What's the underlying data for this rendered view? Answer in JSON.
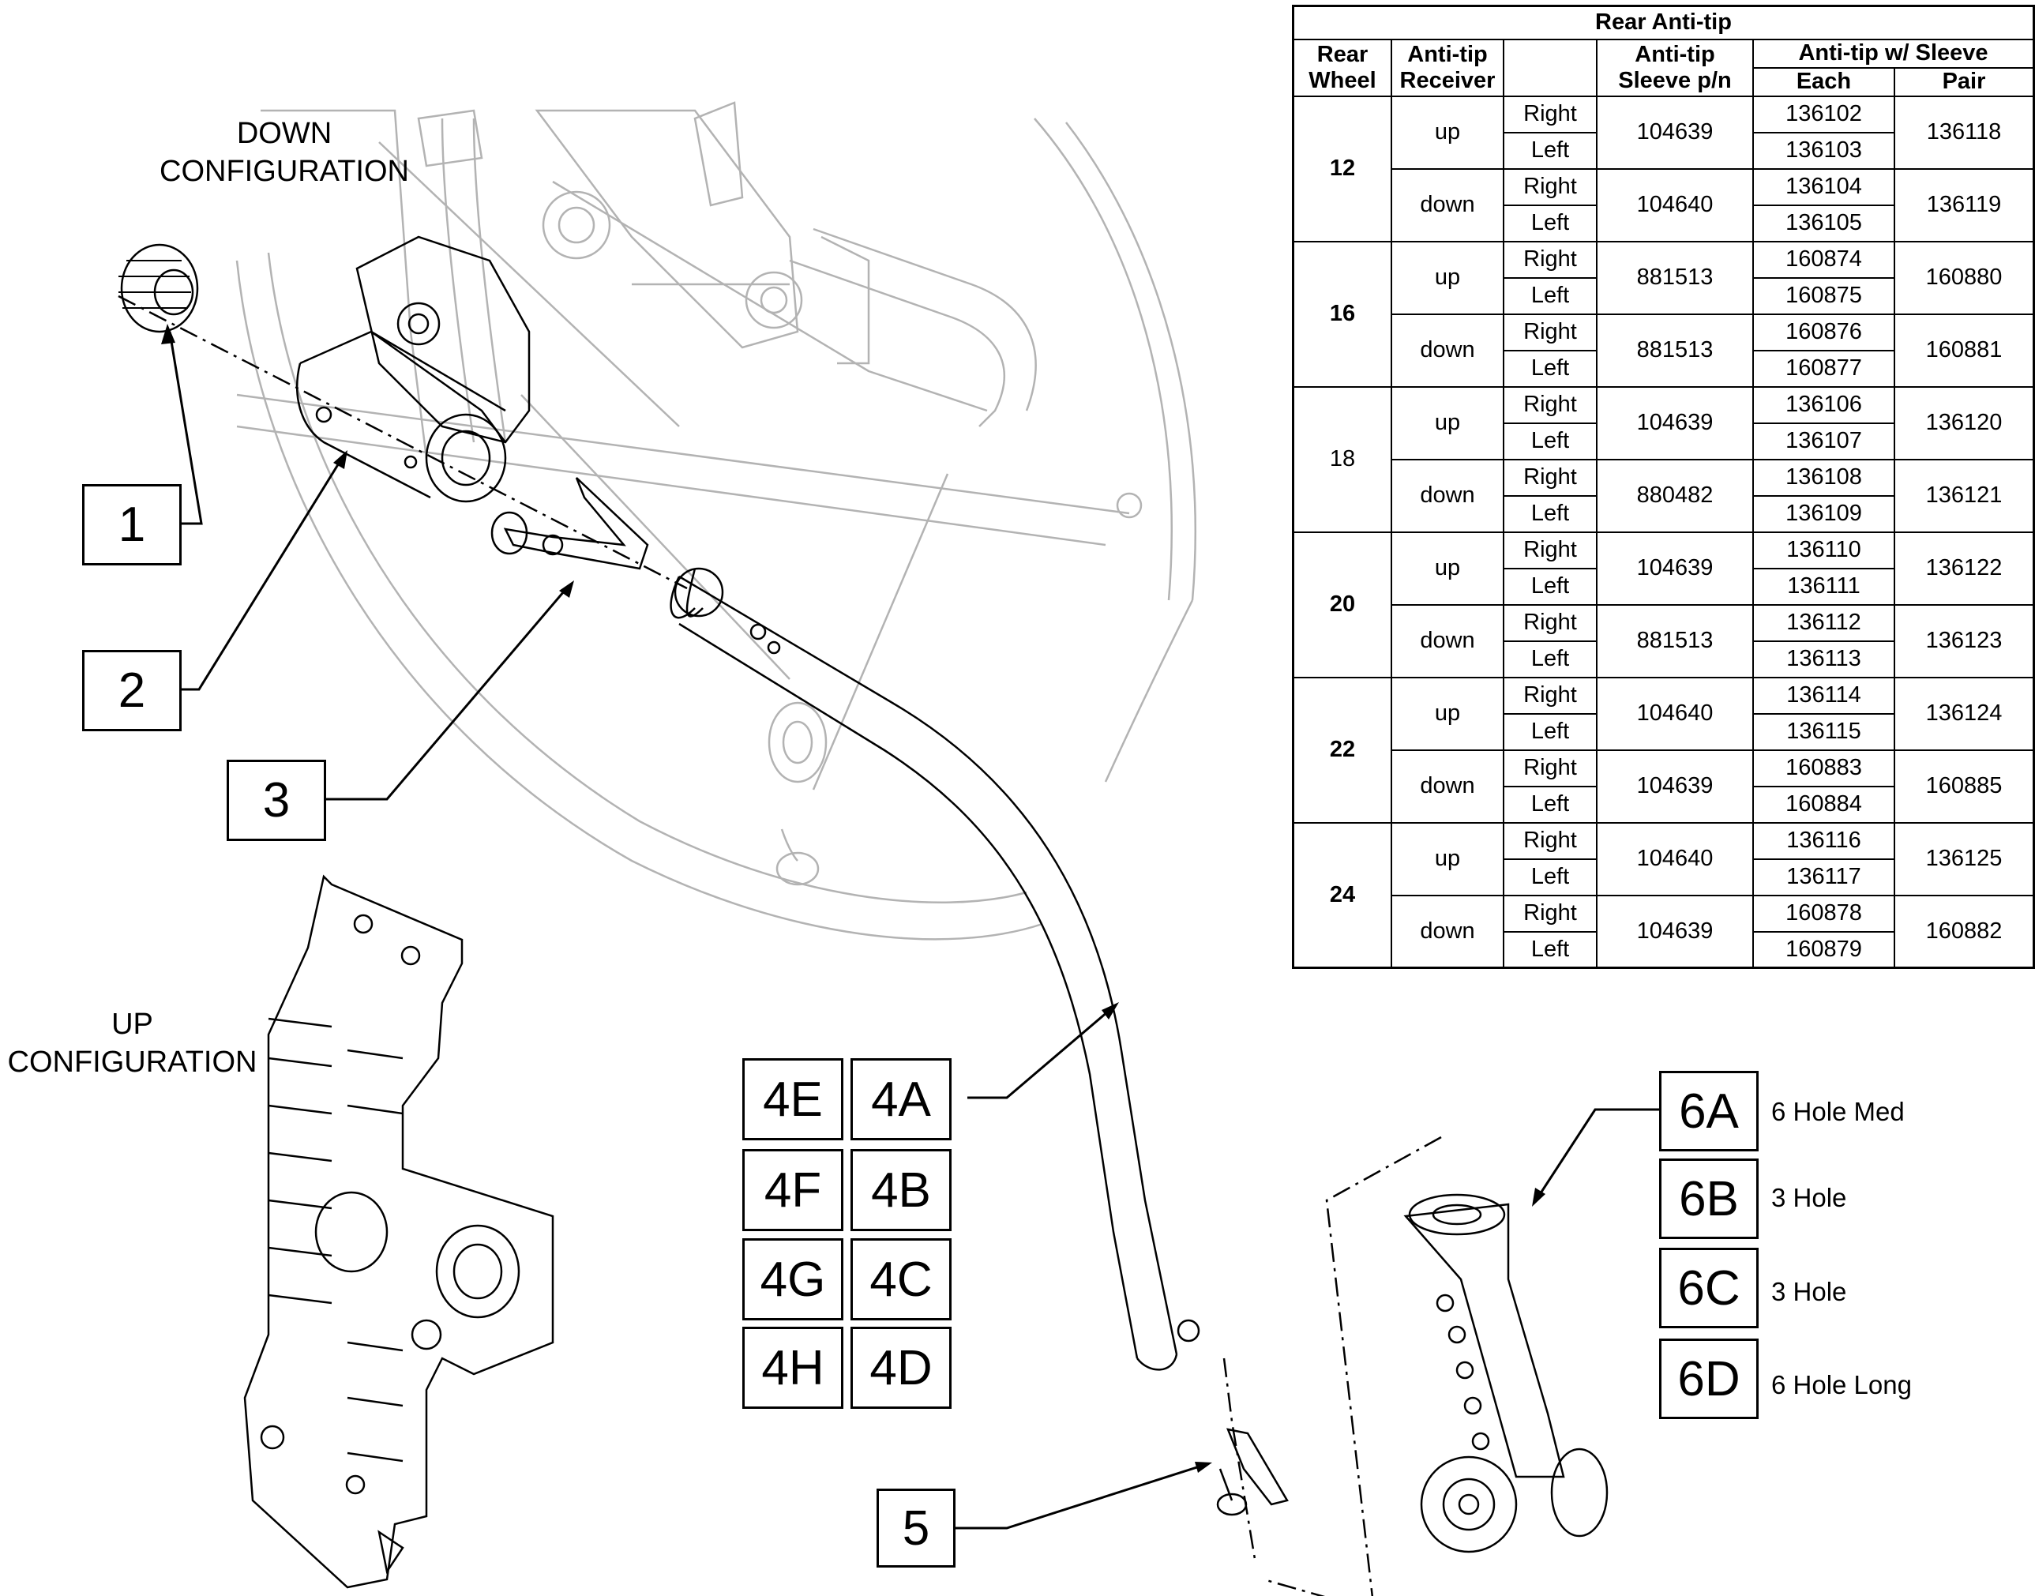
{
  "config_labels": {
    "down": [
      "DOWN",
      "CONFIGURATION"
    ],
    "up": [
      "UP",
      "CONFIGURATION"
    ]
  },
  "callouts": {
    "c1": "1",
    "c2": "2",
    "c3": "3",
    "c5": "5",
    "c4E": "4E",
    "c4A": "4A",
    "c4F": "4F",
    "c4B": "4B",
    "c4G": "4G",
    "c4C": "4C",
    "c4H": "4H",
    "c4D": "4D",
    "c6A": "6A",
    "c6B": "6B",
    "c6C": "6C",
    "c6D": "6D"
  },
  "sleeve_descriptions": {
    "d6A": "6 Hole Med",
    "d6B": "3 Hole",
    "d6C": "3 Hole",
    "d6D": "6 Hole Long"
  },
  "table": {
    "title": "Rear Anti-tip",
    "headers": {
      "rear_wheel": [
        "Rear",
        "Wheel"
      ],
      "receiver": [
        "Anti-tip",
        "Receiver"
      ],
      "sleeve": [
        "Anti-tip",
        "Sleeve p/n"
      ],
      "with_sleeve": "Anti-tip w/ Sleeve",
      "each": "Each",
      "pair": "Pair"
    },
    "groups": [
      {
        "wheel": "12",
        "bold": true,
        "rows": [
          {
            "receiver": "up",
            "sleeve": "104639",
            "pair": "136118",
            "sides": [
              {
                "side": "Right",
                "each": "136102"
              },
              {
                "side": "Left",
                "each": "136103"
              }
            ]
          },
          {
            "receiver": "down",
            "sleeve": "104640",
            "pair": "136119",
            "sides": [
              {
                "side": "Right",
                "each": "136104"
              },
              {
                "side": "Left",
                "each": "136105"
              }
            ]
          }
        ]
      },
      {
        "wheel": "16",
        "bold": true,
        "rows": [
          {
            "receiver": "up",
            "sleeve": "881513",
            "pair": "160880",
            "sides": [
              {
                "side": "Right",
                "each": "160874"
              },
              {
                "side": "Left",
                "each": "160875"
              }
            ]
          },
          {
            "receiver": "down",
            "sleeve": "881513",
            "pair": "160881",
            "sides": [
              {
                "side": "Right",
                "each": "160876"
              },
              {
                "side": "Left",
                "each": "160877"
              }
            ]
          }
        ]
      },
      {
        "wheel": "18",
        "bold": false,
        "rows": [
          {
            "receiver": "up",
            "sleeve": "104639",
            "pair": "136120",
            "sides": [
              {
                "side": "Right",
                "each": "136106"
              },
              {
                "side": "Left",
                "each": "136107"
              }
            ]
          },
          {
            "receiver": "down",
            "sleeve": "880482",
            "pair": "136121",
            "sides": [
              {
                "side": "Right",
                "each": "136108"
              },
              {
                "side": "Left",
                "each": "136109"
              }
            ]
          }
        ]
      },
      {
        "wheel": "20",
        "bold": true,
        "rows": [
          {
            "receiver": "up",
            "sleeve": "104639",
            "pair": "136122",
            "sides": [
              {
                "side": "Right",
                "each": "136110"
              },
              {
                "side": "Left",
                "each": "136111"
              }
            ]
          },
          {
            "receiver": "down",
            "sleeve": "881513",
            "pair": "136123",
            "sides": [
              {
                "side": "Right",
                "each": "136112"
              },
              {
                "side": "Left",
                "each": "136113"
              }
            ]
          }
        ]
      },
      {
        "wheel": "22",
        "bold": true,
        "rows": [
          {
            "receiver": "up",
            "sleeve": "104640",
            "pair": "136124",
            "sides": [
              {
                "side": "Right",
                "each": "136114"
              },
              {
                "side": "Left",
                "each": "136115"
              }
            ]
          },
          {
            "receiver": "down",
            "sleeve": "104639",
            "pair": "160885",
            "sides": [
              {
                "side": "Right",
                "each": "160883"
              },
              {
                "side": "Left",
                "each": "160884"
              }
            ]
          }
        ]
      },
      {
        "wheel": "24",
        "bold": true,
        "rows": [
          {
            "receiver": "up",
            "sleeve": "104640",
            "pair": "136125",
            "sides": [
              {
                "side": "Right",
                "each": "136116"
              },
              {
                "side": "Left",
                "each": "136117"
              }
            ]
          },
          {
            "receiver": "down",
            "sleeve": "104639",
            "pair": "160882",
            "sides": [
              {
                "side": "Right",
                "each": "160878"
              },
              {
                "side": "Left",
                "each": "160879"
              }
            ]
          }
        ]
      }
    ]
  }
}
